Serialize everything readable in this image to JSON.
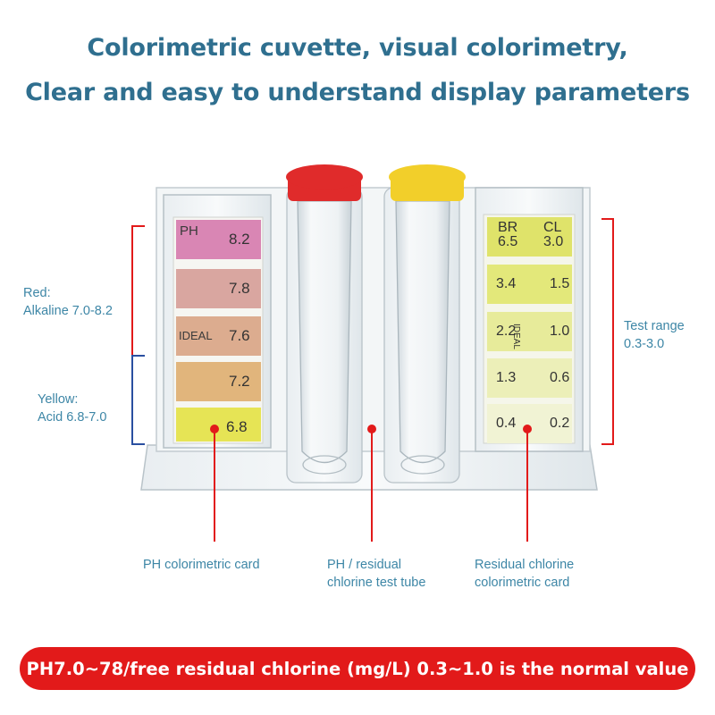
{
  "headings": {
    "line1": "Colorimetric cuvette, visual colorimetry,",
    "line2": "Clear and easy to understand display parameters"
  },
  "ph_card": {
    "title": "PH",
    "ideal_label": "IDEAL",
    "swatches": [
      {
        "value": "8.2",
        "color": "#d986b4"
      },
      {
        "value": "7.8",
        "color": "#d9a6a0"
      },
      {
        "value": "7.6",
        "color": "#dcac8f"
      },
      {
        "value": "7.2",
        "color": "#e1b57c"
      },
      {
        "value": "6.8",
        "color": "#e6e455"
      }
    ]
  },
  "cl_card": {
    "col1_title": "BR",
    "col1_sub": "6.5",
    "col2_title": "CL",
    "col2_sub": "3.0",
    "ideal_label": "IDEAL",
    "rows": [
      {
        "br": "3.4",
        "cl": "1.5",
        "color": "#e3e87a"
      },
      {
        "br": "2.2",
        "cl": "1.0",
        "color": "#e7eb9a"
      },
      {
        "br": "1.3",
        "cl": "0.6",
        "color": "#ecefb8"
      },
      {
        "br": "0.4",
        "cl": "0.2",
        "color": "#f1f3d4"
      }
    ]
  },
  "caps": {
    "left": "#e02b2b",
    "right": "#f2cf2a"
  },
  "annotations": {
    "red_label": [
      "Red:",
      "Alkaline 7.0-8.2"
    ],
    "yellow_label": [
      "Yellow:",
      "Acid 6.8-7.0"
    ],
    "test_range": [
      "Test range",
      "0.3-3.0"
    ],
    "ph_card_label": "PH colorimetric card",
    "tube_label": [
      "PH / residual",
      "chlorine test tube"
    ],
    "cl_card_label": [
      "Residual chlorine",
      "colorimetric card"
    ]
  },
  "bottom_bar": "PH7.0~78/free residual chlorine (mg/L) 0.3~1.0 is the normal value",
  "colors": {
    "heading": "#2f6f8f",
    "label": "#3d86a6",
    "accent_red": "#e21a1a",
    "bracket_blue": "#2a4fa0"
  }
}
